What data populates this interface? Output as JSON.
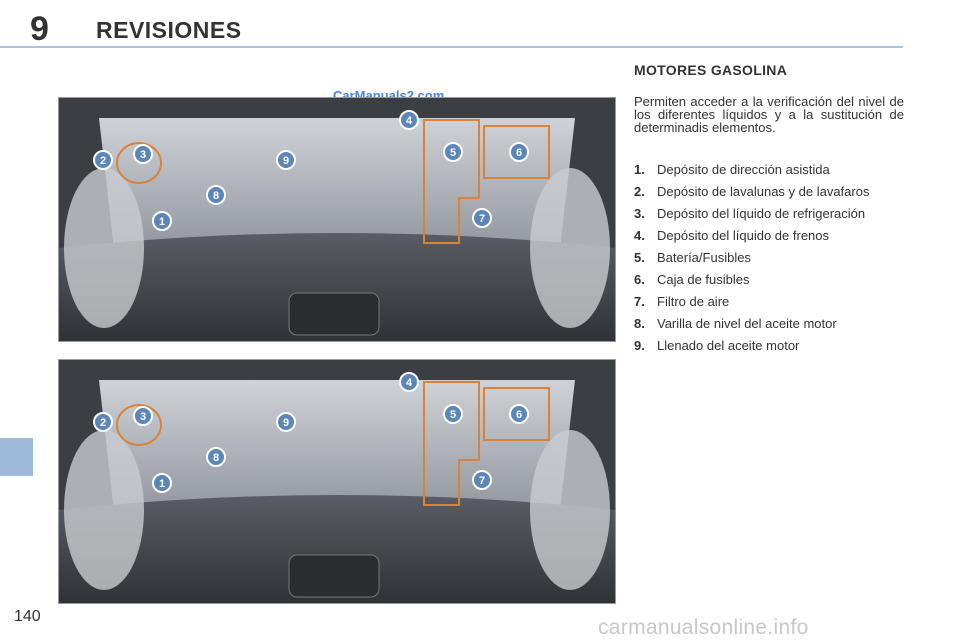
{
  "header": {
    "chapter_number": "9",
    "chapter_title": "REVISIONES"
  },
  "page_number": "140",
  "watermarks": {
    "top": "CarManuals2.com",
    "bottom": "carmanualsonline.info"
  },
  "section": {
    "heading": "MOTORES GASOLINA",
    "intro": "Permiten acceder a la verificación del nivel de los diferentes líquidos y a la sustitución de determinadis elementos."
  },
  "legend": [
    {
      "num": "1.",
      "text": "Depósito de dirección asistida"
    },
    {
      "num": "2.",
      "text": "Depósito de lavalunas y de lavafaros"
    },
    {
      "num": "3.",
      "text": "Depósito del líquido de refrigeración"
    },
    {
      "num": "4.",
      "text": "Depósito del líquido de frenos"
    },
    {
      "num": "5.",
      "text": "Batería/Fusibles"
    },
    {
      "num": "6.",
      "text": "Caja de fusibles"
    },
    {
      "num": "7.",
      "text": "Filtro de aire"
    },
    {
      "num": "8.",
      "text": "Varilla de nivel del aceite motor"
    },
    {
      "num": "9.",
      "text": "Llenado del aceite motor"
    }
  ],
  "photos": [
    {
      "labels": [
        "1",
        "2",
        "3",
        "4",
        "5",
        "6",
        "7",
        "8",
        "9"
      ]
    },
    {
      "labels": [
        "1",
        "2",
        "3",
        "4",
        "5",
        "6",
        "7",
        "8",
        "9"
      ]
    }
  ],
  "colors": {
    "accent_blue": "#a9c3e3",
    "callout_blue": "#5b86b8",
    "highlight_orange": "#d9823a"
  }
}
